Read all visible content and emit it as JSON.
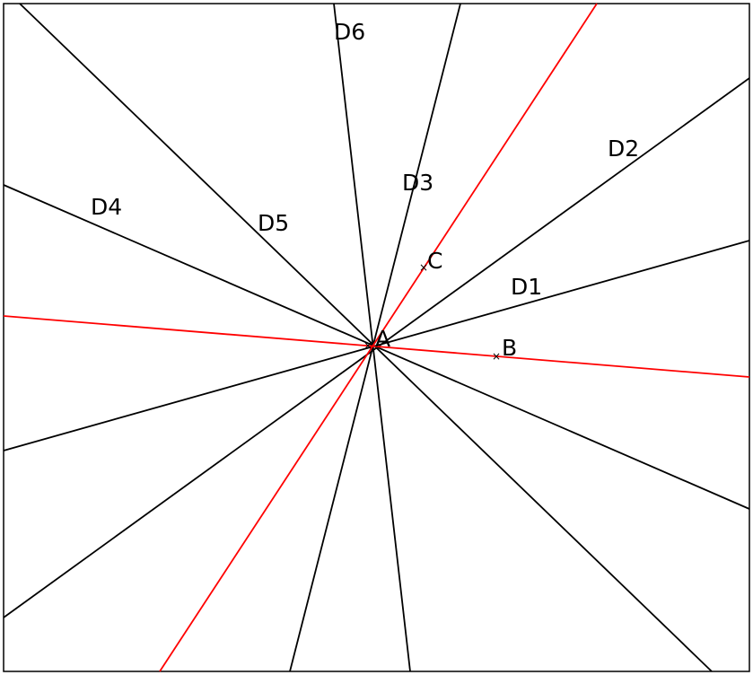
{
  "colors": {
    "black": "#000000",
    "red": "#ff0000",
    "background": "#ffffff"
  },
  "points": {
    "A": {
      "label": "A",
      "marker": "×"
    },
    "B": {
      "label": "B",
      "marker": "×"
    },
    "C": {
      "label": "C",
      "marker": "×"
    }
  },
  "lines": {
    "D1": "D1",
    "D2": "D2",
    "D3": "D3",
    "D4": "D4",
    "D5": "D5",
    "D6": "D6"
  }
}
